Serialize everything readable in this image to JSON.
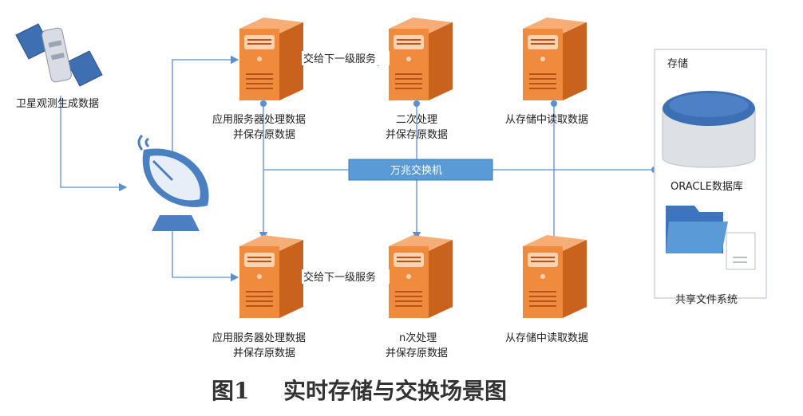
{
  "satellite": {
    "label": "卫星观测生成数据"
  },
  "storage": {
    "title": "存储",
    "db_label": "ORACLE数据库",
    "fs_label": "共享文件系统"
  },
  "switch": {
    "label": "万兆交换机"
  },
  "servers": {
    "top_app": {
      "line1": "应用服务器处理数据",
      "line2": "并保存原数据"
    },
    "top_second": {
      "line1": "二次处理",
      "line2": "并保存原数据"
    },
    "top_read": {
      "line1": "从存储中读取数据"
    },
    "bottom_app": {
      "line1": "应用服务器处理数据",
      "line2": "并保存原数据"
    },
    "bottom_second": {
      "line1": "n次处理",
      "line2": "并保存原数据"
    },
    "bottom_read": {
      "line1": "从存储中读取数据"
    }
  },
  "edges": {
    "top_forward": "交给下一级服务",
    "bottom_forward": "交给下一级服务"
  },
  "caption": {
    "number": "图1",
    "title": "实时存储与交换场景图"
  },
  "colors": {
    "link": "#5b8fd0",
    "switch_fill": "#5b9bd5",
    "server_front": "#f08a3c",
    "server_side": "#c8621c",
    "server_top": "#f6ae76",
    "dish": "#4a7fc1",
    "storage_border": "#c9d3e0",
    "db_top": "#3d6fb4"
  }
}
